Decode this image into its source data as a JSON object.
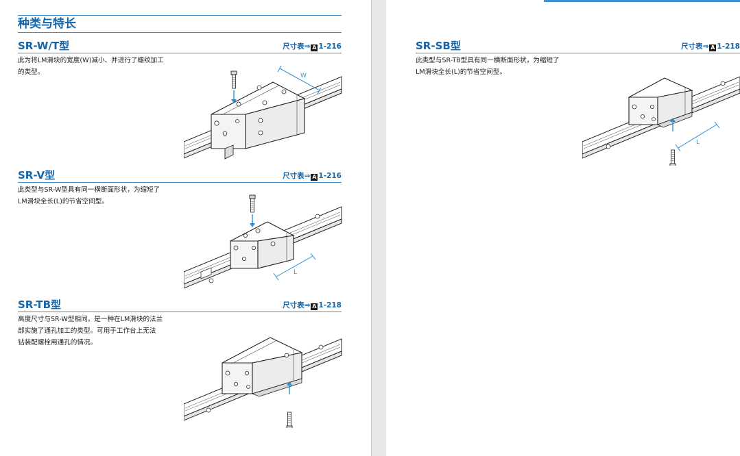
{
  "left_page": {
    "section_title": "种类与特长",
    "models": [
      {
        "name": "SR-W/T型",
        "ref_prefix": "尺寸表⇒",
        "ref_mark": "A",
        "ref_page": "1-216",
        "desc_lines": [
          "此为将LM滑块的宽度(W)减小、并进行了螺纹加工",
          "的类型。"
        ],
        "dim_label": "W"
      },
      {
        "name": "SR-V型",
        "ref_prefix": "尺寸表⇒",
        "ref_mark": "A",
        "ref_page": "1-216",
        "desc_lines": [
          "此类型与SR-W型具有同一横断面形状，为缩短了",
          "LM滑块全长(L)的节省空间型。"
        ],
        "dim_label": "L"
      },
      {
        "name": "SR-TB型",
        "ref_prefix": "尺寸表⇒",
        "ref_mark": "A",
        "ref_page": "1-218",
        "desc_lines": [
          "高度尺寸与SR-W型相同，是一种在LM滑块的法兰",
          "部实施了通孔加工的类型。可用于工作台上无法",
          "钻装配螺栓用通孔的情况。"
        ]
      }
    ]
  },
  "right_page": {
    "model": {
      "name": "SR-SB型",
      "ref_prefix": "尺寸表⇒",
      "ref_mark": "A",
      "ref_page": "1-218",
      "desc_lines": [
        "此类型与SR-TB型具有同一横断面形状，为缩短了",
        "LM滑块全长(L)的节省空间型。"
      ],
      "dim_label": "L"
    }
  },
  "colors": {
    "accent": "#1565a8",
    "rule": "#3b8fd0",
    "outline": "#222222",
    "dimension": "#2a8fd0"
  }
}
